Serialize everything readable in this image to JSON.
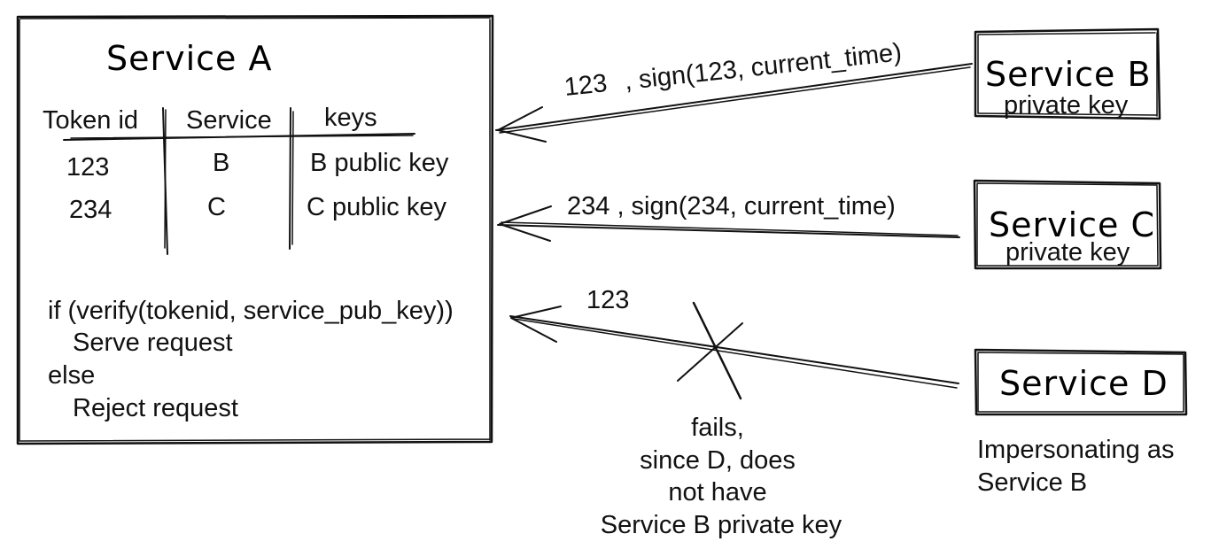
{
  "service_a": {
    "title": "Service A",
    "table": {
      "headers": [
        "Token id",
        "Service",
        "keys"
      ],
      "rows": [
        [
          "123",
          "B",
          "B public key"
        ],
        [
          "234",
          "C",
          "C public key"
        ]
      ]
    },
    "logic": {
      "line1": "if (verify(tokenid, service_pub_key))",
      "line2": "Serve request",
      "line3": "else",
      "line4": "Reject request"
    }
  },
  "service_b": {
    "title": "Service B",
    "subtitle": "private key"
  },
  "service_c": {
    "title": "Service C",
    "subtitle": "private key"
  },
  "service_d": {
    "title": "Service D",
    "note_line1": "Impersonating as",
    "note_line2": "Service B"
  },
  "arrows": {
    "b_token": "123",
    "b_sign": ", sign(123, current_time)",
    "c_label": "234 , sign(234, current_time)",
    "d_label": "123"
  },
  "failure_note": {
    "line1": "fails,",
    "line2": "since D, does",
    "line3": "not have",
    "line4": "Service B private key"
  }
}
